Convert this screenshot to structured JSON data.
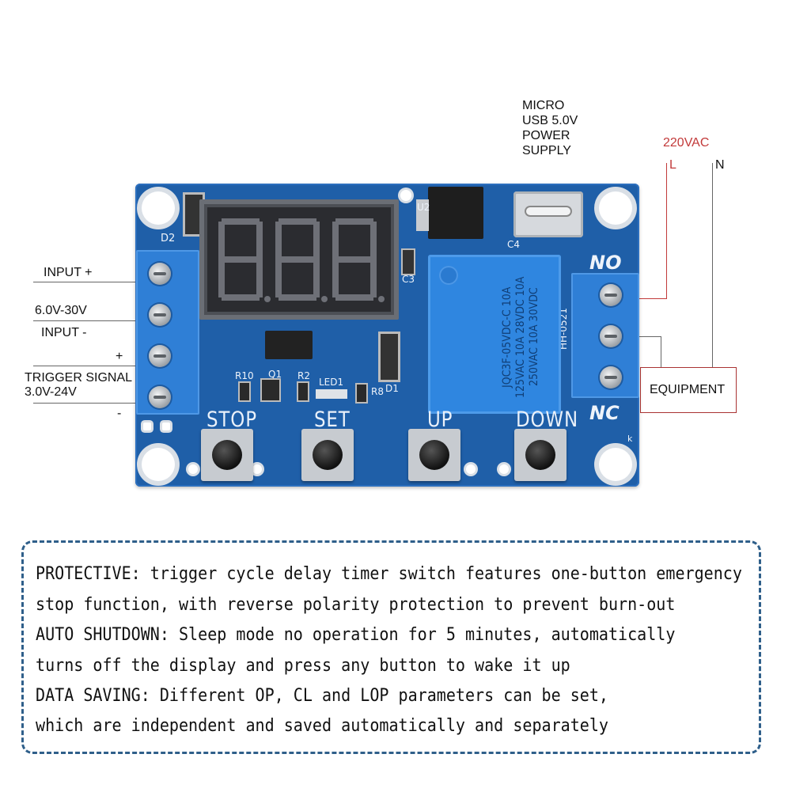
{
  "labels": {
    "micro_usb": [
      "MICRO",
      "USB 5.0V",
      "POWER",
      "SUPPLY"
    ],
    "vac": "220VAC",
    "l": "L",
    "n": "N",
    "input_plus": "INPUT +",
    "voltage_range": "6.0V-30V",
    "input_minus": "INPUT -",
    "plus": "+",
    "trigger_signal": "TRIGGER SIGNAL",
    "trigger_range": "3.0V-24V",
    "minus": "-",
    "no": "NO",
    "nc": "NC",
    "equipment": "EQUIPMENT"
  },
  "board": {
    "buttons": [
      "STOP",
      "SET",
      "UP",
      "DOWN"
    ],
    "silkscreen": {
      "d2": "D2",
      "u2": "U2",
      "c3": "C3",
      "c4": "C4",
      "r10": "R10",
      "q1": "Q1",
      "r2": "R2",
      "led1": "LED1",
      "r8": "R8",
      "d1": "D1",
      "hh": "HH-0521",
      "k": "k"
    },
    "relay_text": "JQC3F-05VDC-C 10A 125VAC 10A 28VDC 10A 250VAC 10A 30VDC"
  },
  "description": [
    "PROTECTIVE: trigger cycle delay timer switch features one-button emergency",
    "stop function, with reverse polarity protection to prevent burn-out",
    "AUTO SHUTDOWN: Sleep mode no operation for 5 minutes, automatically",
    "turns off the display and press any button to wake it up",
    "DATA SAVING: Different OP, CL and LOP parameters can be set,",
    "which are independent and saved automatically and separately"
  ],
  "colors": {
    "board": "#1f5fa8",
    "terminal": "#2f7fd6",
    "relay": "#2f86e0",
    "vac_label": "#c23a3a",
    "frame_border": "#2f5f8a"
  }
}
